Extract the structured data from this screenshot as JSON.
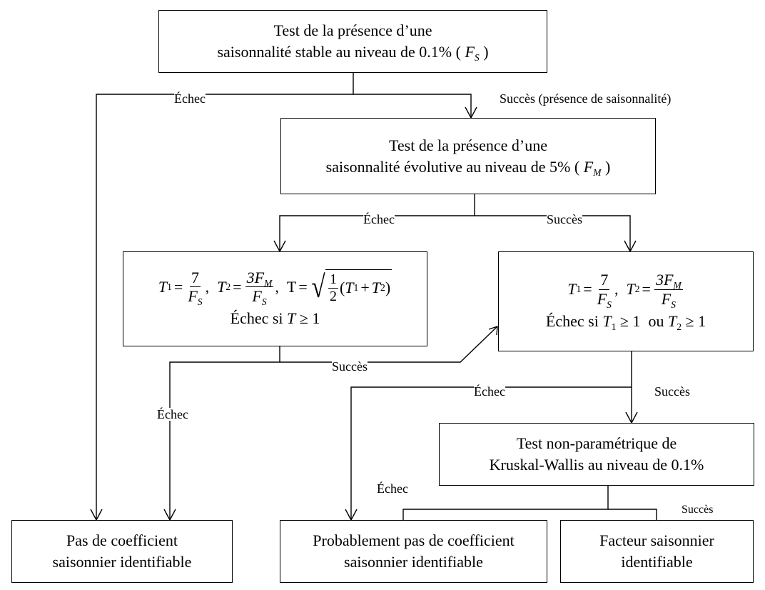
{
  "boxes": {
    "stable": {
      "line1": "Test de la présence d’une",
      "line2_text": "saisonnalité stable au niveau de 0.1% (",
      "var": "F",
      "sub": "S",
      "close": ")"
    },
    "evolutive": {
      "line1": "Test de la présence d’une",
      "line2_text": "saisonnalité évolutive au niveau de 5% (",
      "var": "F",
      "sub": "M",
      "close": ")"
    },
    "left_formula": {
      "t1": "T",
      "one": "1",
      "seven": "7",
      "fs": "F",
      "s": "S",
      "t2": "T",
      "two": "2",
      "three_f": "3F",
      "m": "M",
      "tt": "T",
      "half_num": "1",
      "half_den": "2",
      "cond_text": "Échec si",
      "cond_var": "T",
      "cond_op": "≥ 1"
    },
    "right_formula": {
      "t1": "T",
      "one": "1",
      "seven": "7",
      "fs": "F",
      "s": "S",
      "t2": "T",
      "two": "2",
      "three_f": "3F",
      "m": "M",
      "cond_text": "Échec si",
      "cond_t1": "T",
      "cond_op1": "≥ 1  ou",
      "cond_t2": "T",
      "cond_op2": "≥ 1"
    },
    "kruskal": {
      "line1": "Test non-paramétrique de",
      "line2": "Kruskal-Wallis au niveau de 0.1%"
    },
    "no_coef": {
      "line1": "Pas de coefficient",
      "line2": "saisonnier identifiable"
    },
    "prob_no_coef": {
      "line1": "Probablement pas de coefficient",
      "line2": "saisonnier identifiable"
    },
    "facteur": {
      "line1": "Facteur saisonnier",
      "line2": "identifiable"
    }
  },
  "labels": {
    "echec_1": "Échec",
    "succes_1": "Succès (présence de saisonnalité)",
    "echec_2": "Échec",
    "succes_2": "Succès",
    "succes_3": "Succès",
    "echec_3": "Échec",
    "echec_4": "Échec",
    "succes_4": "Succès",
    "echec_5": "Échec",
    "succes_5": "Succès"
  }
}
